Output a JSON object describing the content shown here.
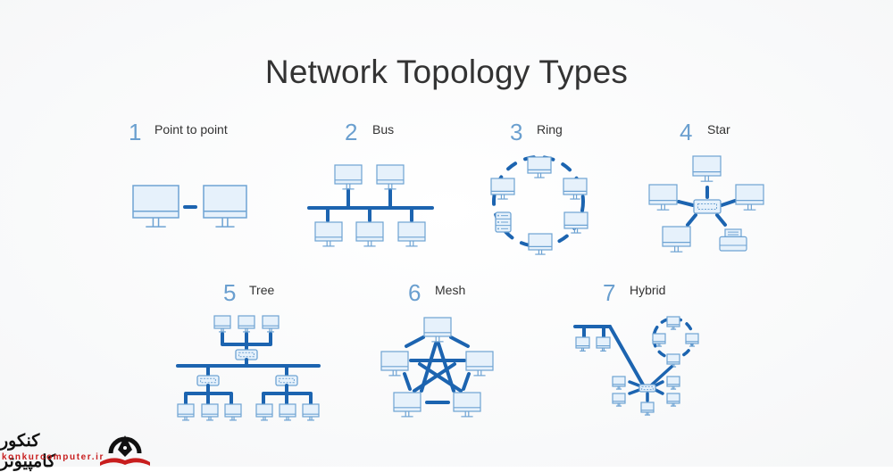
{
  "title": "Network Topology Types",
  "colors": {
    "link": "#1c64b0",
    "monitor_stroke": "#6ea3d3",
    "monitor_fill": "#e6f1fb",
    "number": "#6a9fcf",
    "text": "#333333",
    "logo_red": "#c81e1e"
  },
  "topologies": [
    {
      "number": "1",
      "label": "Point to point"
    },
    {
      "number": "2",
      "label": "Bus"
    },
    {
      "number": "3",
      "label": "Ring"
    },
    {
      "number": "4",
      "label": "Star"
    },
    {
      "number": "5",
      "label": "Tree"
    },
    {
      "number": "6",
      "label": "Mesh"
    },
    {
      "number": "7",
      "label": "Hybrid"
    }
  ],
  "watermark": {
    "brand_fa": "کنکور کامپیوتر",
    "url": "konkurcomputer.ir",
    "icon": "fountain-pen-book-icon"
  }
}
